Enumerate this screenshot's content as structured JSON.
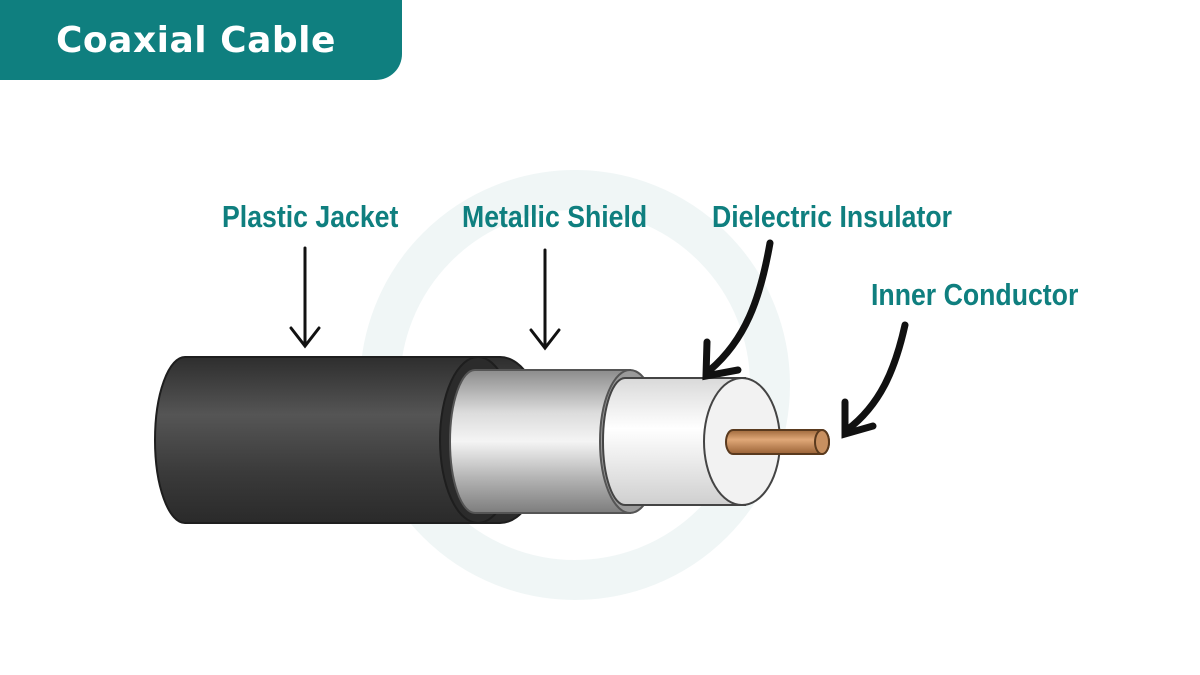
{
  "title": "Coaxial Cable",
  "labels": {
    "plastic_jacket": "Plastic Jacket",
    "metallic_shield": "Metallic Shield",
    "dielectric_insulator": "Dielectric Insulator",
    "inner_conductor": "Inner Conductor"
  },
  "colors": {
    "accent": "#0f7f7f",
    "jacket": "#3a3a3a",
    "shield": "#c7c7c7",
    "insulator": "#f2f2f2",
    "conductor": "#c89060",
    "watermark": "#eef5f5"
  }
}
